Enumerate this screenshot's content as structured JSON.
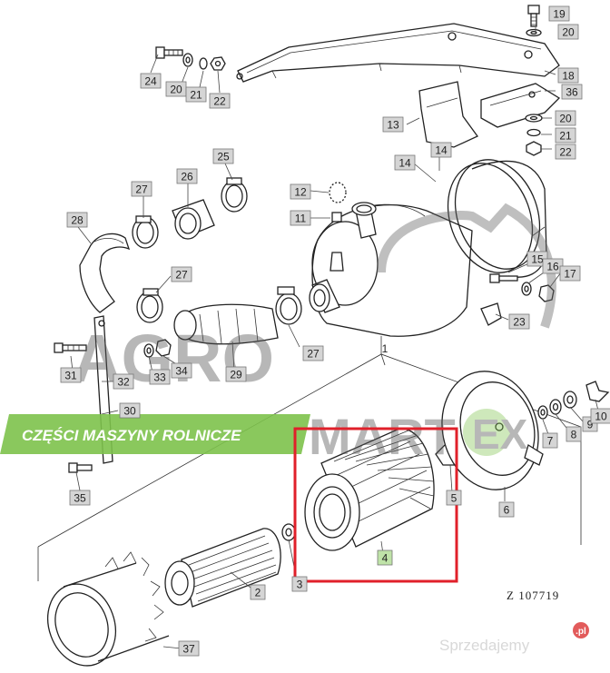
{
  "diagram": {
    "part_callouts": {
      "boxed": [
        "19",
        "20",
        "18",
        "36",
        "13",
        "14",
        "20",
        "21",
        "22",
        "24",
        "20",
        "21",
        "22",
        "25",
        "26",
        "27",
        "12",
        "11",
        "14",
        "28",
        "27",
        "15",
        "16",
        "17",
        "23",
        "27",
        "31",
        "33",
        "34",
        "29",
        "32",
        "30",
        "35",
        "2",
        "37",
        "3",
        "4",
        "5",
        "6",
        "7",
        "8",
        "9",
        "10"
      ],
      "plain": [
        "1"
      ]
    },
    "drawing_number": "Z  107719",
    "highlight": {
      "part": "4",
      "color": "#e0202a"
    }
  },
  "watermark": {
    "logo_words": [
      "AGRO",
      "MART",
      "EX"
    ],
    "banner_text": "CZĘŚCI  MASZYNY ROLNICZE",
    "banner_color": "#7dc24b"
  },
  "site_mark": {
    "text": "Sprzedajemy",
    "badge_text": ".pl"
  }
}
